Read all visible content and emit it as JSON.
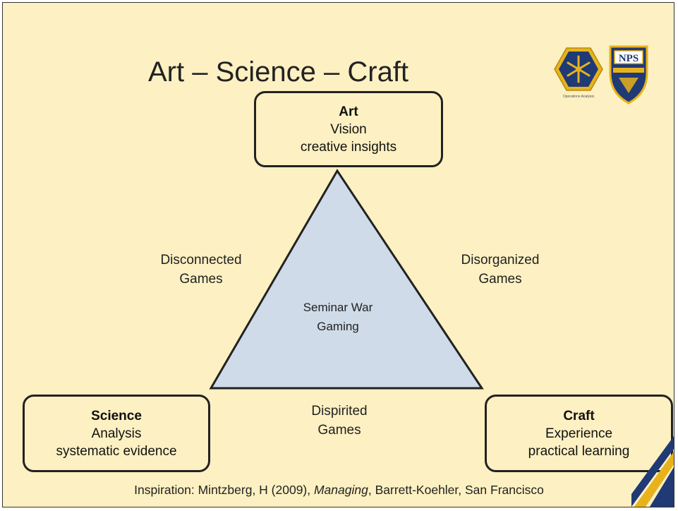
{
  "title": "Art – Science – Craft",
  "nodes": {
    "art": {
      "head": "Art",
      "line1": "Vision",
      "line2": "creative insights"
    },
    "science": {
      "head": "Science",
      "line1": "Analysis",
      "line2": "systematic evidence"
    },
    "craft": {
      "head": "Craft",
      "line1": "Experience",
      "line2": "practical learning"
    }
  },
  "edges": {
    "left": {
      "line1": "Disconnected",
      "line2": "Games"
    },
    "right": {
      "line1": "Disorganized",
      "line2": "Games"
    },
    "bottom": {
      "line1": "Dispirited",
      "line2": "Games"
    }
  },
  "center": {
    "line1": "Seminar War",
    "line2": "Gaming"
  },
  "citation": {
    "prefix": "Inspiration: Mintzberg, H (2009), ",
    "italic": "Managing",
    "suffix": ", Barrett-Koehler, San Francisco"
  },
  "logos": {
    "nps_text": "NPS",
    "emblem_caption": "Operations Analysis"
  },
  "colors": {
    "background": "#fdf0c2",
    "triangle_fill": "#cfdbe8",
    "navy": "#1f3a75",
    "gold": "#e7b21c"
  }
}
